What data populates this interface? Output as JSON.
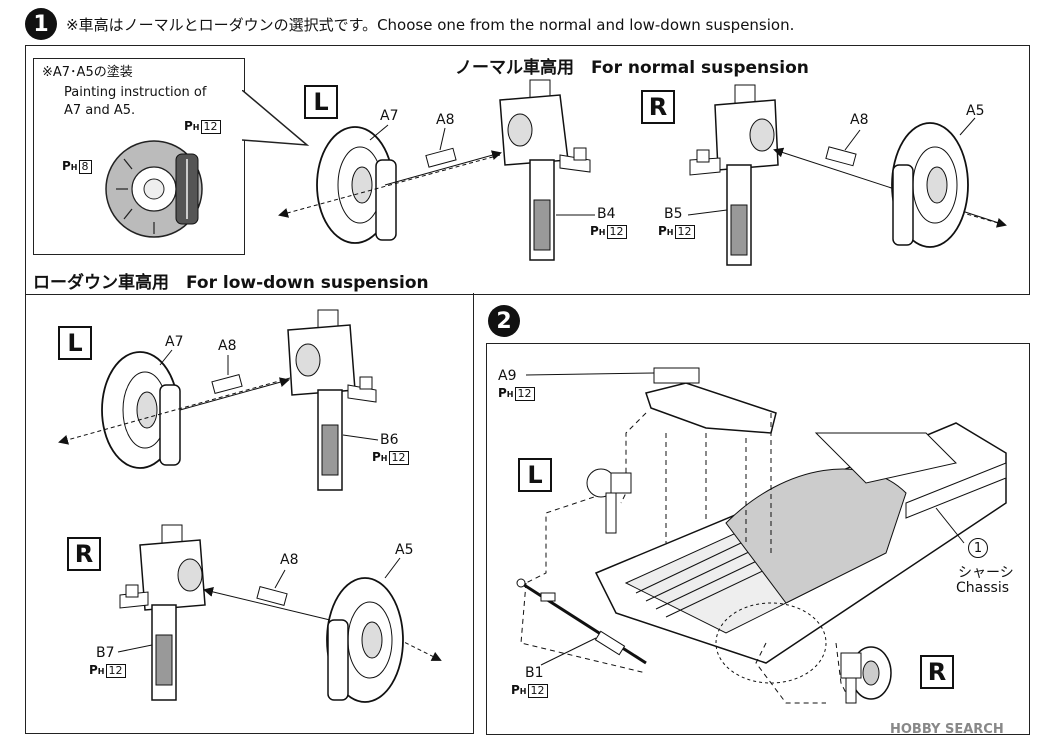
{
  "step1": {
    "number": "1",
    "note": "※車高はノーマルとローダウンの選択式です。Choose one from the normal and low-down suspension.",
    "normal_header": "ノーマル車高用　For normal suspension",
    "lowdown_header": "ローダウン車高用　For low-down suspension",
    "painting_note_jp": "※A7･A5の塗装",
    "painting_note_en_1": "Painting instruction of",
    "painting_note_en_2": "A7 and A5.",
    "paint_ph8": "8",
    "paint_ph12": "12",
    "paint_prefix": "P",
    "paint_sub": "H",
    "side_L": "L",
    "side_R": "R",
    "parts": {
      "a7": "A7",
      "a8": "A8",
      "a5": "A5",
      "b4": "B4",
      "b5": "B5",
      "b6": "B6",
      "b7": "B7"
    }
  },
  "step2": {
    "number": "2",
    "a9": "A9",
    "b1": "B1",
    "chassis_num": "1",
    "chassis_jp": "シャーシ",
    "chassis_en": "Chassis"
  },
  "watermark": "HOBBY SEARCH"
}
